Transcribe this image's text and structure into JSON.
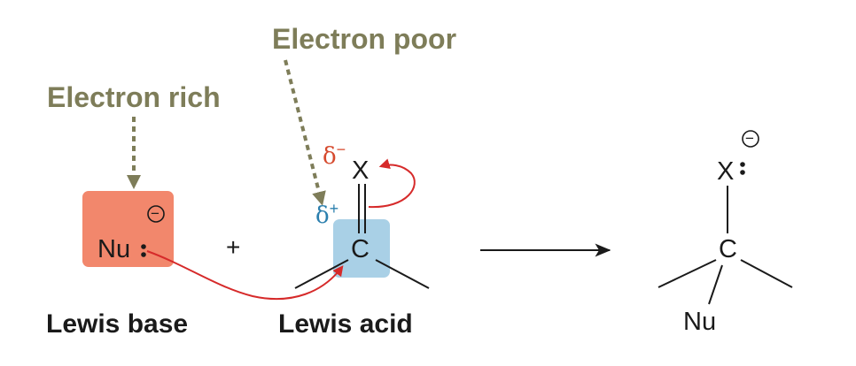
{
  "labels": {
    "electron_poor": "Electron poor",
    "electron_rich": "Electron rich",
    "lewis_base": "Lewis base",
    "lewis_acid": "Lewis acid"
  },
  "atoms": {
    "nu": "Nu",
    "plus": "+",
    "x_reactant": "X",
    "c_reactant": "C",
    "x_product": "X",
    "c_product": "C",
    "nu_product": "Nu"
  },
  "charges": {
    "delta_minus": "δ",
    "delta_minus_sign": "−",
    "delta_plus": "δ",
    "delta_plus_sign": "+",
    "negative": "−"
  },
  "colors": {
    "olive": "#7e7d59",
    "nu_box": "#f2876c",
    "c_box": "#a9d0e6",
    "arrow_red": "#d62a2a",
    "delta_minus": "#d64a2e",
    "delta_plus": "#2b7fae",
    "black": "#1a1a1a"
  }
}
